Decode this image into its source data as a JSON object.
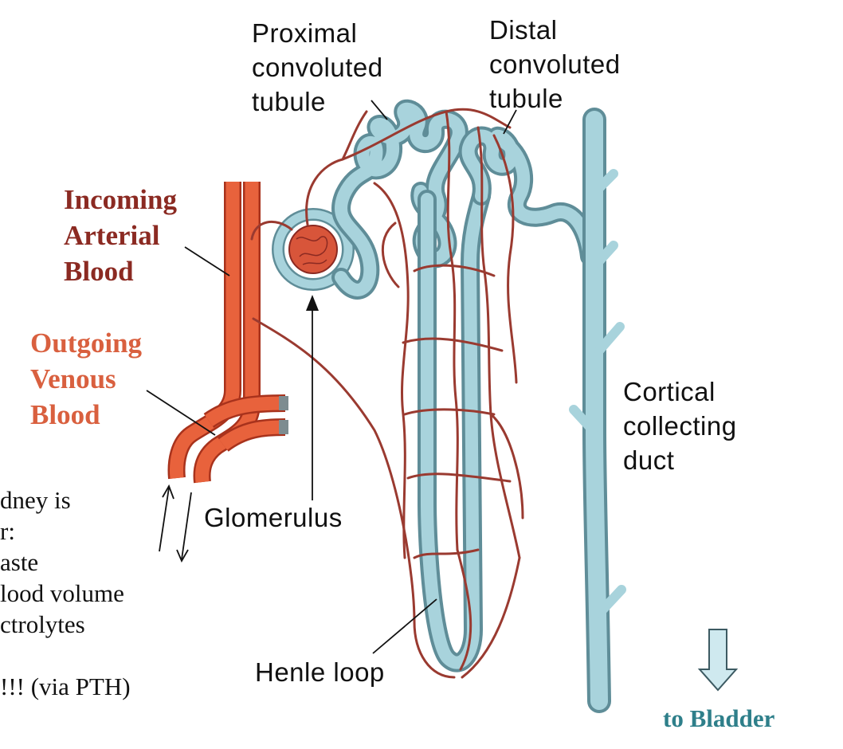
{
  "labels": {
    "proximal": [
      "Proximal",
      "convoluted",
      "tubule"
    ],
    "distal": [
      "Distal",
      "convoluted",
      "tubule"
    ],
    "incoming": [
      "Incoming",
      "Arterial",
      "Blood"
    ],
    "outgoing": [
      "Outgoing",
      "Venous",
      "Blood"
    ],
    "glomerulus": "Glomerulus",
    "cortical": [
      "Cortical",
      "collecting",
      "duct"
    ],
    "henle": "Henle loop",
    "bladder": "to Bladder"
  },
  "side_text": [
    "dney is",
    "r:",
    "aste",
    "lood volume",
    "ctrolytes",
    "",
    "!!! (via PTH)"
  ],
  "colors": {
    "tubule": "#a8d3dc",
    "tubule_edge": "#5f8d98",
    "artery": "#e8623c",
    "artery_edge": "#a8321c",
    "capillary": "#9a3a30",
    "arterial_text": "#8b2a22",
    "venous_text": "#d9603f",
    "bladder_text": "#2e7f8a"
  },
  "icons": [
    "down-arrow-icon",
    "up-down-arrows-icon"
  ]
}
